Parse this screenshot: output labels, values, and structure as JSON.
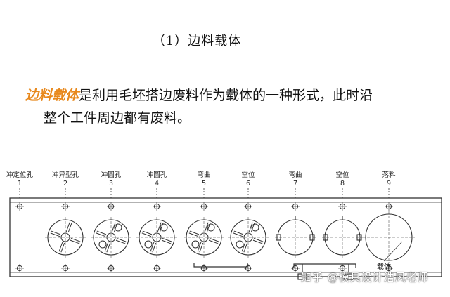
{
  "heading": "（1）边料载体",
  "paragraph": {
    "keyword": "边料载体",
    "line1_rest": "是利用毛坯搭边废料作为载体的一种形式，此时沿",
    "line2": "整个工件周边都有废料。"
  },
  "stations": [
    {
      "label": "冲定位孔",
      "number": "1"
    },
    {
      "label": "冲异型孔",
      "number": "2"
    },
    {
      "label": "冲圆孔",
      "number": "3"
    },
    {
      "label": "冲圆孔",
      "number": "4"
    },
    {
      "label": "弯曲",
      "number": "5"
    },
    {
      "label": "空位",
      "number": "6"
    },
    {
      "label": "弯曲",
      "number": "7"
    },
    {
      "label": "空位",
      "number": "8"
    },
    {
      "label": "落料",
      "number": "9"
    }
  ],
  "carrier_label": "载体",
  "watermark": "知乎 @模具设计浩风老师",
  "colors": {
    "keyword": "#e8891d",
    "line": "#333333"
  }
}
